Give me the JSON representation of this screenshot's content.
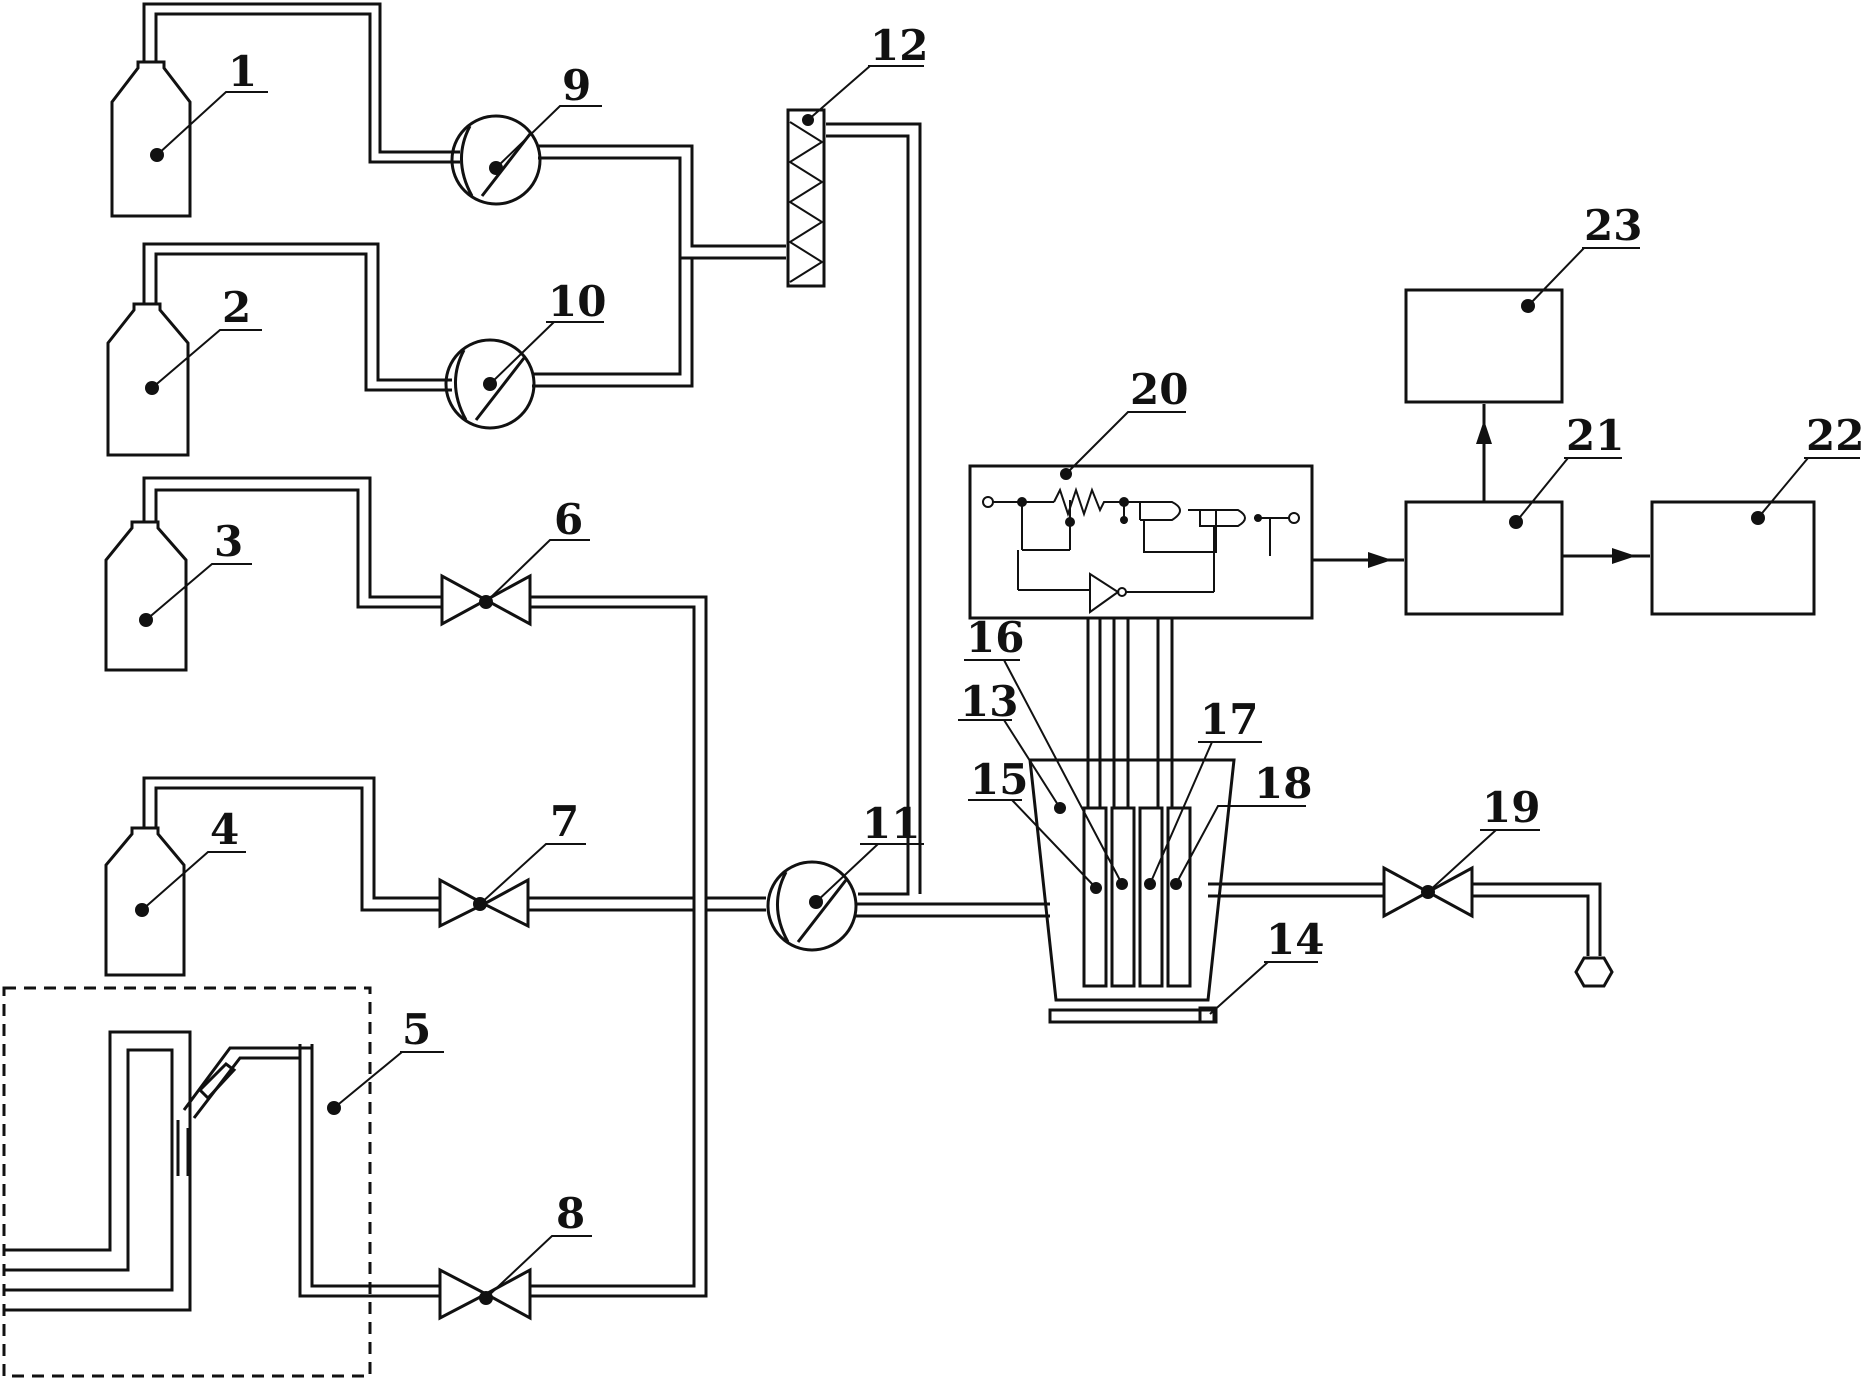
{
  "labels": {
    "n1": "1",
    "n2": "2",
    "n3": "3",
    "n4": "4",
    "n5": "5",
    "n6": "6",
    "n7": "7",
    "n8": "8",
    "n9": "9",
    "n10": "10",
    "n11": "11",
    "n12": "12",
    "n13": "13",
    "n14": "14",
    "n15": "15",
    "n16": "16",
    "n17": "17",
    "n18": "18",
    "n19": "19",
    "n20": "20",
    "n21": "21",
    "n22": "22",
    "n23": "23"
  },
  "colors": {
    "ink": "#111111",
    "background": "#ffffff"
  }
}
